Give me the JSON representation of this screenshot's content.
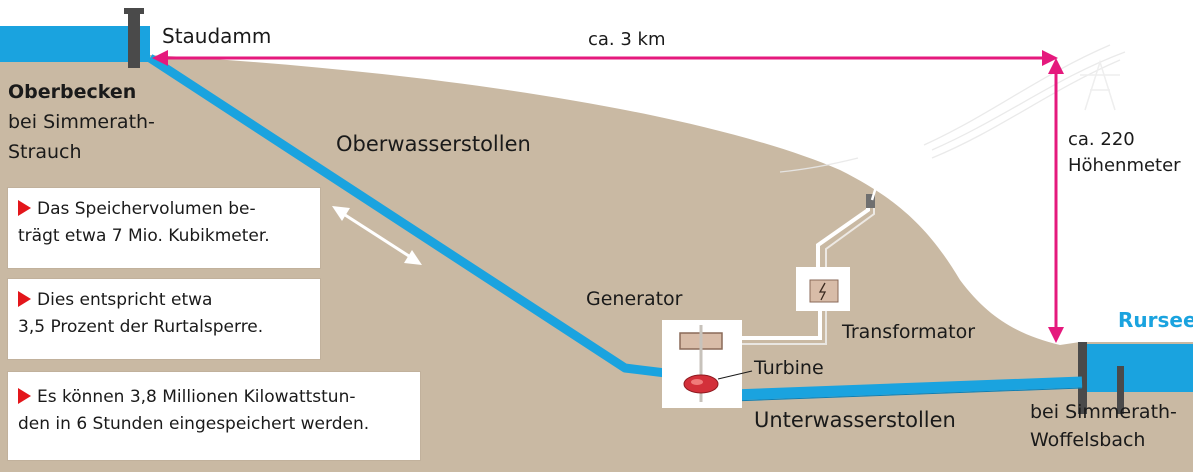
{
  "labels": {
    "staudamm": "Staudamm",
    "distance": "ca. 3 km",
    "height_line1": "ca. 220",
    "height_line2": "Höhenmeter",
    "oberbecken_title": "Oberbecken",
    "oberbecken_line2": "bei Simmerath-",
    "oberbecken_line3": "Strauch",
    "oberwasserstollen": "Oberwasserstollen",
    "generator": "Generator",
    "transformator": "Transformator",
    "turbine": "Turbine",
    "unterwasserstollen": "Unterwasserstollen",
    "rursee": "Rursee",
    "unterbecken_line1": "bei Simmerath-",
    "unterbecken_line2": "Woffelsbach"
  },
  "info_boxes": [
    {
      "lines": [
        "Das Speichervolumen be-",
        "trägt etwa 7 Mio. Kubikmeter."
      ]
    },
    {
      "lines": [
        "Dies entspricht etwa",
        "3,5 Prozent der Rurtalsperre."
      ]
    },
    {
      "lines": [
        "Es können 3,8 Millionen Kilowattstun-",
        "den in 6 Stunden eingespeichert werden."
      ]
    }
  ],
  "colors": {
    "terrain": "#c9b9a3",
    "water": "#1aa3df",
    "arrow": "#e5197d",
    "bullet": "#e3161b",
    "dam": "#4a4a4a"
  }
}
